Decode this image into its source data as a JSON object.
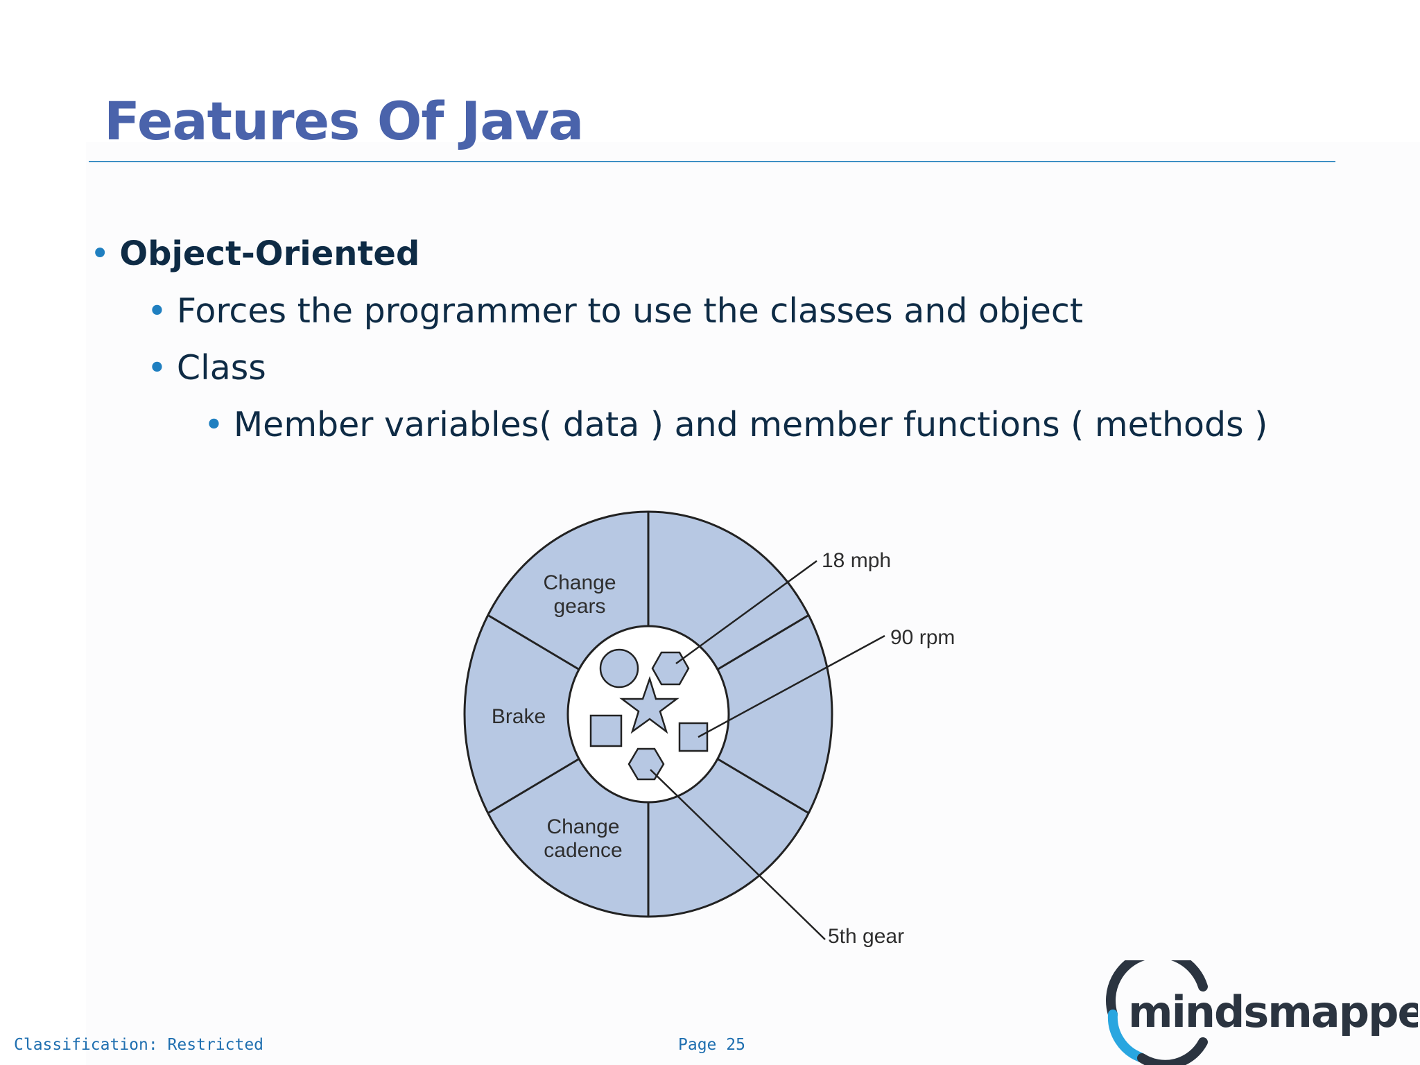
{
  "slide": {
    "title": "Features Of Java",
    "bullets": {
      "l1": "Object-Oriented",
      "l2a": "Forces the programmer to use the classes and object",
      "l2b": "Class",
      "l3": "Member variables( data ) and member functions ( methods )"
    }
  },
  "diagram": {
    "methods": {
      "change_gears_line1": "Change",
      "change_gears_line2": "gears",
      "brake": "Brake",
      "change_cadence_line1": "Change",
      "change_cadence_line2": "cadence"
    },
    "callouts": {
      "speed": "18 mph",
      "cadence": "90 rpm",
      "gear": "5th gear"
    },
    "colors": {
      "fill": "#b7c8e3",
      "stroke": "#222222"
    }
  },
  "footer": {
    "classification": "Classification: Restricted",
    "page": "Page 25"
  },
  "logo": {
    "text": "mindsmapped"
  }
}
